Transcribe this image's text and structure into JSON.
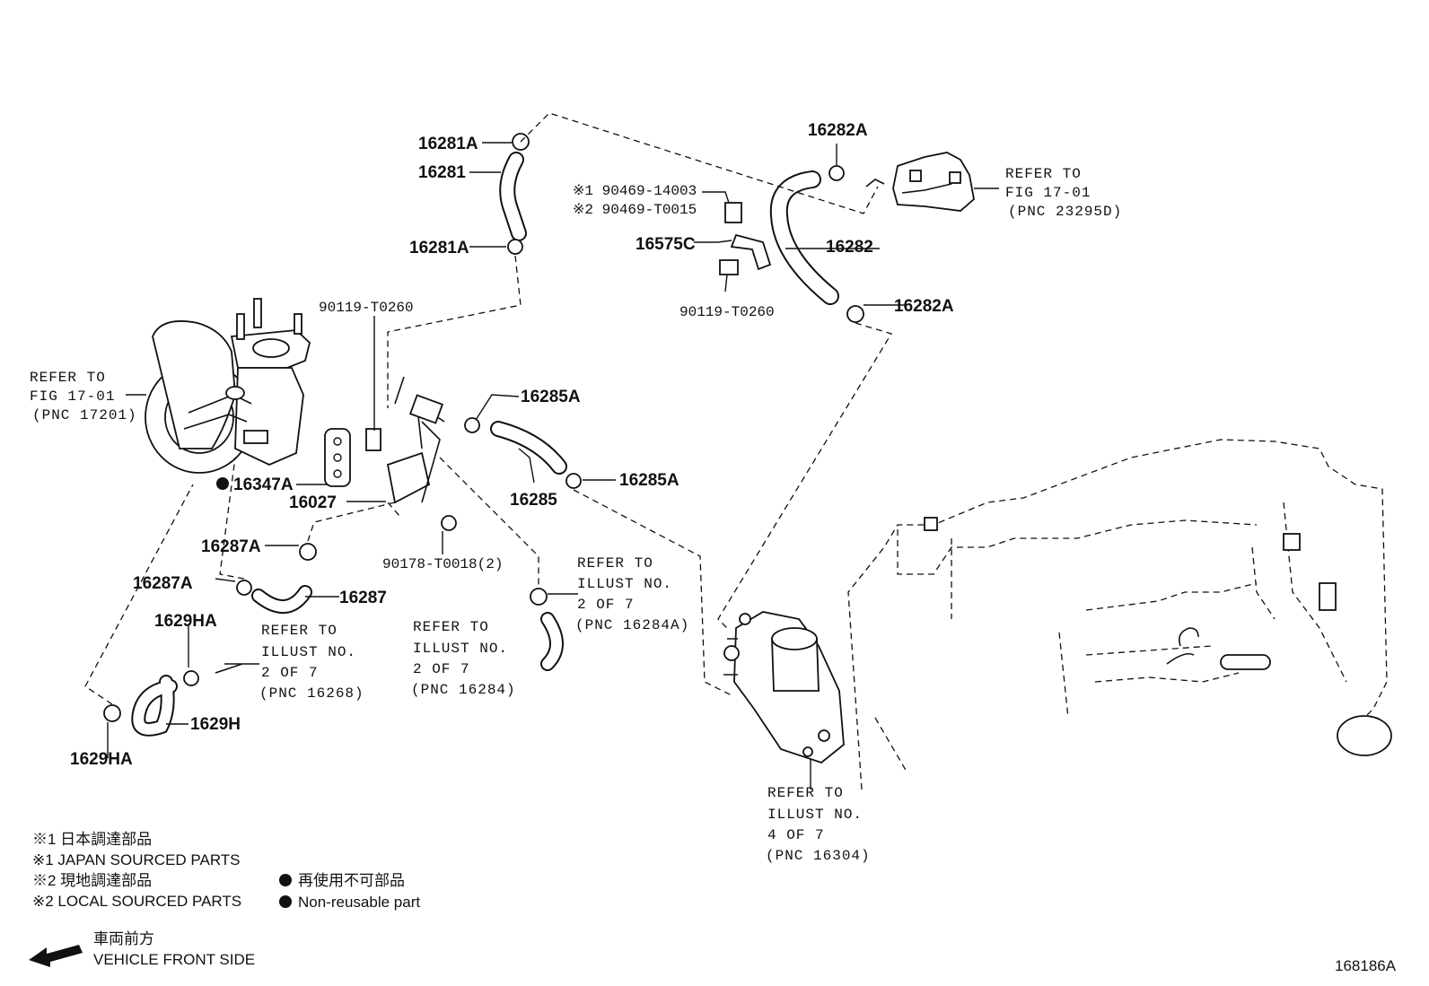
{
  "labels": {
    "p16281A_top": "16281A",
    "p16281": "16281",
    "p16281A_bot": "16281A",
    "p90119_a": "90119-T0260",
    "p90469_1": "※1 90469-14003",
    "p90469_2": "※2 90469-T0015",
    "p16575C": "16575C",
    "p90119_b": "90119-T0260",
    "p16282A_top": "16282A",
    "p16282": "16282",
    "p16282A_bot": "16282A",
    "p16285A_top": "16285A",
    "p16285": "16285",
    "p16285A_bot": "16285A",
    "p16347A": "16347A",
    "p16027": "16027",
    "p90178": "90178-T0018(2)",
    "p16287A_top": "16287A",
    "p16287A_bot": "16287A",
    "p16287": "16287",
    "p1629HA_top": "1629HA",
    "p1629H": "1629H",
    "p1629HA_bot": "1629HA"
  },
  "refs": {
    "turbo": [
      "REFER TO",
      "FIG 17-01",
      "(PNC 17201)"
    ],
    "egr": [
      "REFER TO",
      "FIG 17-01",
      "(PNC 23295D)"
    ],
    "r16268": [
      "REFER TO",
      "ILLUST NO.",
      "2 OF 7",
      "(PNC 16268)"
    ],
    "r16284": [
      "REFER TO",
      "ILLUST NO.",
      "2 OF 7",
      "(PNC 16284)"
    ],
    "r16284A": [
      "REFER TO",
      "ILLUST NO.",
      "2 OF 7",
      "(PNC 16284A)"
    ],
    "r16304": [
      "REFER TO",
      "ILLUST NO.",
      "4 OF 7",
      "(PNC 16304)"
    ]
  },
  "legend": {
    "l1": "※1 日本調達部品",
    "l2": "※1 JAPAN SOURCED PARTS",
    "l3": "※2 現地調達部品",
    "l4": "※2 LOCAL SOURCED PARTS",
    "nr_jp": "再使用不可部品",
    "nr_en": "Non-reusable part",
    "front_jp": "車両前方",
    "front_en": "VEHICLE FRONT SIDE"
  },
  "diagram_id": "168186A"
}
